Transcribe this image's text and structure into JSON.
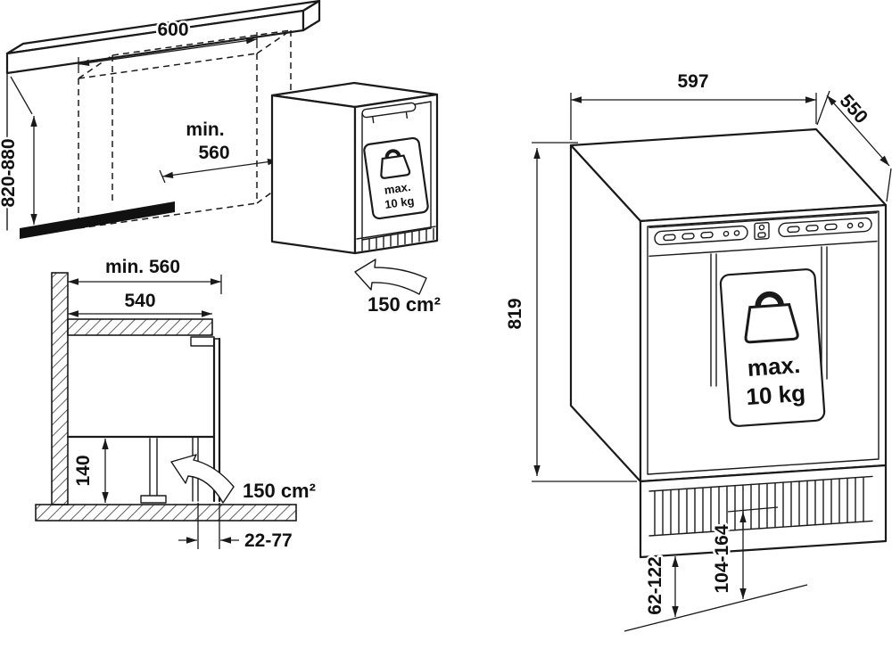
{
  "colors": {
    "ink": "#1a1a1a",
    "background": "#ffffff"
  },
  "niche_figure": {
    "width_label": "600",
    "depth_label_line1": "min.",
    "depth_label_line2": "560",
    "height_label": "820-880",
    "weight_label_line1": "max.",
    "weight_label_line2": "10 kg",
    "vent_label": "150 cm²"
  },
  "section_figure": {
    "niche_depth_label": "min. 560",
    "worktop_depth_label": "540",
    "clearance_label": "140",
    "recess_label": "22-77",
    "vent_label": "150 cm²"
  },
  "appliance_figure": {
    "width_label": "597",
    "depth_label": "550",
    "height_label": "819",
    "weight_label_line1": "max.",
    "weight_label_line2": "10 kg",
    "foot_min_label": "62-122",
    "foot_max_label": "104-164"
  }
}
